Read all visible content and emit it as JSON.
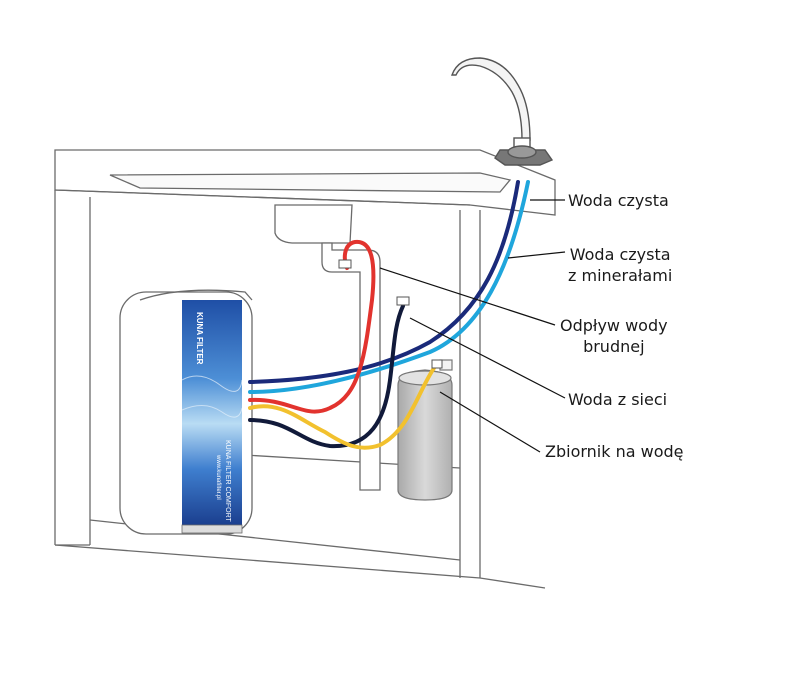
{
  "brand": {
    "logo_text": "KUNA FILTER",
    "product_name": "KUNA FILTER COMFORT",
    "website": "www.kunafilter.pl"
  },
  "labels": {
    "clean_water": "Woda czysta",
    "mineral_water_line1": "Woda czysta",
    "mineral_water_line2": "z minerałami",
    "drain_line1": "Odpływ wody",
    "drain_line2": "brudnej",
    "mains_water": "Woda z sieci",
    "tank": "Zbiornik na wodę"
  },
  "colors": {
    "clean_water_pipe": "#1a2a7a",
    "mineral_water_pipe": "#1fa6dc",
    "drain_pipe": "#e2332e",
    "mains_pipe": "#111a3a",
    "tank_pipe": "#f2c12e",
    "tank_body": "#c7c7c7",
    "filter_panel": "#2a5fb0",
    "outline": "#6b6b6b"
  }
}
